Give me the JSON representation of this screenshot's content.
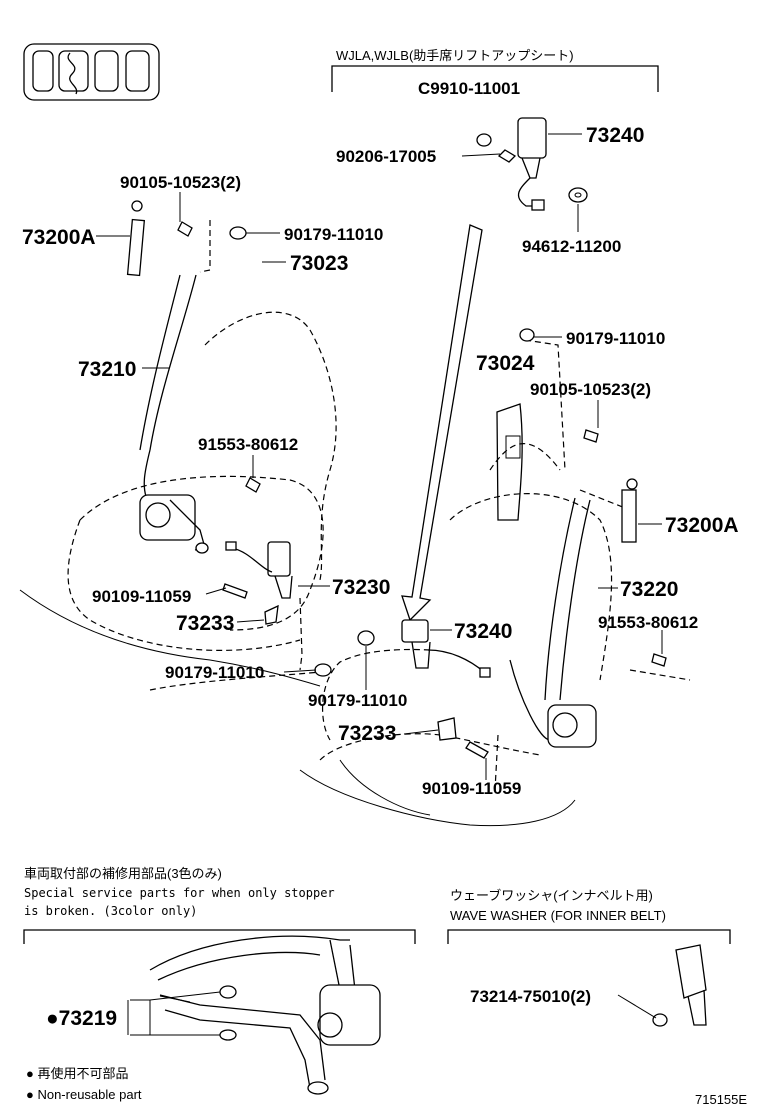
{
  "header": {
    "variant_note": "WJLA,WJLB(助手席リフトアップシート)",
    "variant_part": "C9910-11001"
  },
  "labels": {
    "p73240_top": "73240",
    "p90206": "90206-17005",
    "p94612": "94612-11200",
    "p90105_left": "90105-10523(2)",
    "p73200a_left": "73200A",
    "p90179_a": "90179-11010",
    "p73023": "73023",
    "p73210": "73210",
    "p91553_left": "91553-80612",
    "p90109_left": "90109-11059",
    "p73230": "73230",
    "p73233_left": "73233",
    "p90179_b": "90179-11010",
    "p90179_c": "90179-11010",
    "p73024": "73024",
    "p90105_right": "90105-10523(2)",
    "p73200a_right": "73200A",
    "p73220": "73220",
    "p91553_right": "91553-80612",
    "p73240_mid": "73240",
    "p90179_d": "90179-11010",
    "p73233_right": "73233",
    "p90109_right": "90109-11059"
  },
  "special": {
    "jp": "車両取付部の補修用部品(3色のみ)",
    "en1": "Special service parts for when only stopper",
    "en2": " is broken. (3color only)",
    "part": "●73219"
  },
  "washer": {
    "jp": "ウェーブワッシャ(インナベルト用)",
    "en": "WAVE WASHER (FOR INNER BELT)",
    "part": "73214-75010(2)"
  },
  "legend": {
    "jp": "● 再使用不可部品",
    "en": "● Non-reusable part"
  },
  "diagram_id": "715155E"
}
